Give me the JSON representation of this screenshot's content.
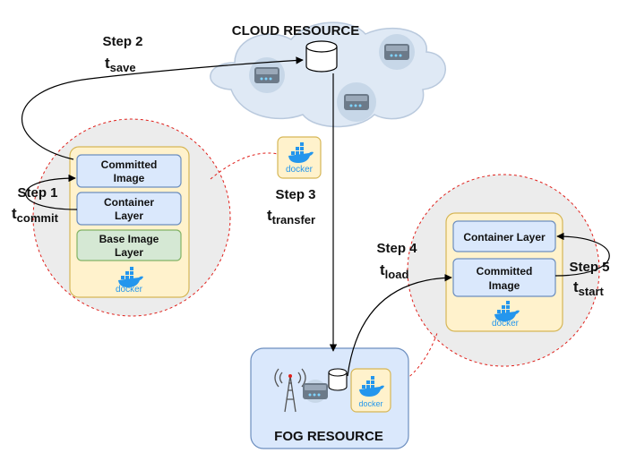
{
  "cloud": {
    "title": "CLOUD RESOURCE"
  },
  "fog": {
    "title": "FOG RESOURCE"
  },
  "docker_logo_text": "docker",
  "left_stack": {
    "committed": [
      "Committed",
      "Image"
    ],
    "container": [
      "Container",
      "Layer"
    ],
    "base": [
      "Base Image",
      "Layer"
    ]
  },
  "right_stack": {
    "container": "Container Layer",
    "committed": [
      "Committed",
      "Image"
    ]
  },
  "steps": {
    "step1": {
      "label": "Step 1",
      "t": "t",
      "sub": "commit"
    },
    "step2": {
      "label": "Step 2",
      "t": "t",
      "sub": "save"
    },
    "step3": {
      "label": "Step 3",
      "t": "t",
      "sub": "transfer"
    },
    "step4": {
      "label": "Step 4",
      "t": "t",
      "sub": "load"
    },
    "step5": {
      "label": "Step 5",
      "t": "t",
      "sub": "start"
    }
  },
  "colors": {
    "blue_box": "#dae8fc",
    "blue_border": "#6c8ebf",
    "green_box": "#d5e8d4",
    "green_border": "#82b366",
    "yellow_box": "#fff2cc",
    "yellow_border": "#d6b656",
    "bubble": "#ececec",
    "dashed_red": "#e0201b",
    "cloud_fill": "#dfe9f5",
    "fog_fill": "#dae8fc",
    "docker_blue": "#2496ed"
  }
}
